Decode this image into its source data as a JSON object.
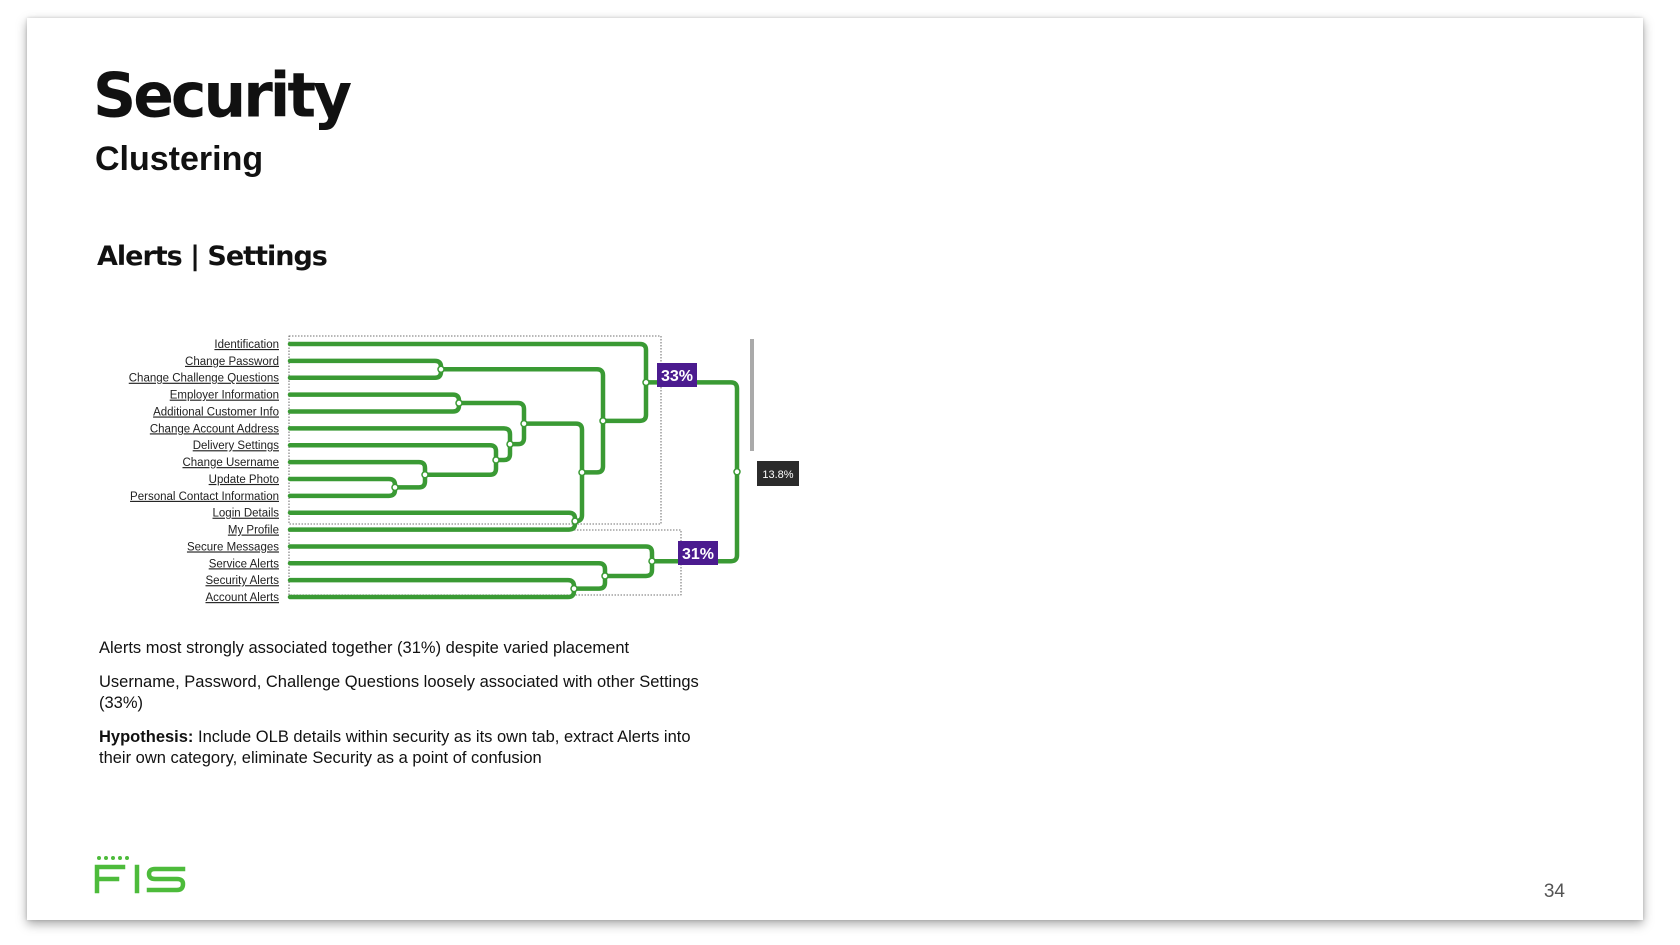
{
  "slide": {
    "title": "Security",
    "subtitle": "Clustering",
    "section_title": "Alerts | Settings",
    "page_number": "34"
  },
  "dendrogram": {
    "labels": [
      "Identification",
      "Change Password",
      "Change Challenge Questions",
      "Employer Information",
      "Additional Customer Info",
      "Change Account Address",
      "Delivery Settings",
      "Change Username",
      "Update Photo",
      "Personal Contact Information",
      "Login Details",
      "My Profile",
      "Secure Messages",
      "Service Alerts",
      "Security Alerts",
      "Account Alerts"
    ],
    "cluster_top_pct": "33%",
    "cluster_bottom_pct": "31%",
    "root_pct": "13.8%",
    "branch_color": "#3a9a34",
    "badge_color": "#4b1b8f"
  },
  "notes": {
    "line1": "Alerts most strongly associated together (31%) despite varied placement",
    "line2": "Username, Password, Challenge Questions loosely associated with other Settings (33%)",
    "hypothesis_label": "Hypothesis:",
    "hypothesis_text": " Include OLB details within security as its own tab, extract Alerts into their own category, eliminate Security as a point of confusion"
  },
  "logo": {
    "text": "FIS",
    "color": "#4dbb3b"
  }
}
